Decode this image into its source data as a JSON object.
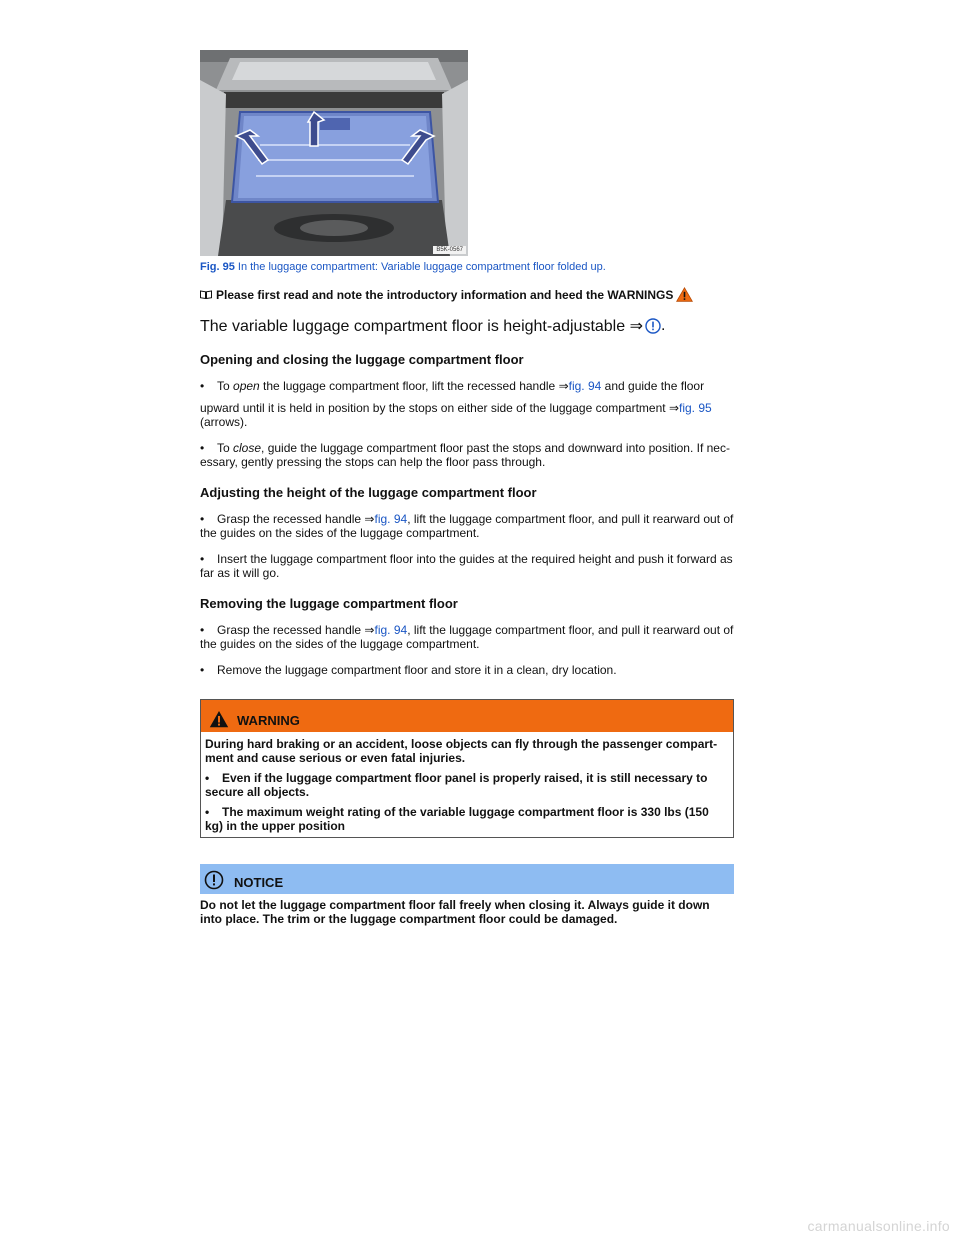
{
  "figure": {
    "image_id": "B5K-0567",
    "caption_label": "Fig. 95",
    "caption_text": " In the luggage compartment: Variable luggage compartment floor folded up."
  },
  "intro": {
    "text": "Please first read and note the introductory information and heed the WARNINGS"
  },
  "lead": {
    "text": "The variable luggage compartment floor is height-adjustable ⇒",
    "suffix": "."
  },
  "sections": [
    {
      "heading": "Opening and closing the luggage compartment floor"
    },
    {
      "heading": "Adjusting the height of the luggage compartment floor"
    },
    {
      "heading": "Removing the luggage compartment floor"
    }
  ],
  "open_item": {
    "pre": "To ",
    "em": "open",
    "mid": " the luggage compartment floor, lift the recessed handle ⇒",
    "link1": "fig. 94",
    "mid2": " and guide the floor",
    "line2": "upward until it is held in position by the stops on either side of the luggage compartment ⇒",
    "link2": "fig. 95",
    "end": "(arrows)."
  },
  "close_item": {
    "pre": "To ",
    "em": "close",
    "text": ", guide the luggage compartment floor past the stops and downward into position. If nec-essary, gently pressing the stops can help the floor pass through."
  },
  "adjust_items": [
    {
      "pre": "Grasp the recessed handle ⇒",
      "link": "fig. 94",
      "post": ", lift the luggage compartment floor, and pull it rearward out of the guides on the sides of the luggage compartment."
    },
    {
      "text": "Insert the luggage compartment floor into the guides at the required height and push it forward as far as it will go."
    }
  ],
  "remove_items": [
    {
      "pre": "Grasp the recessed handle ⇒",
      "link": "fig. 94",
      "post": ", lift the luggage compartment floor, and pull it rearward out of the guides on the sides of the luggage compartment."
    },
    {
      "text": "Remove the luggage compartment floor and store it in a clean, dry location."
    }
  ],
  "warning": {
    "title": "WARNING",
    "intro": "During hard braking or an accident, loose objects can fly through the passenger compart-ment and cause serious or even fatal injuries.",
    "items": [
      "Even if the luggage compartment floor panel is properly raised, it is still necessary to secure all objects.",
      "The maximum weight rating of the variable luggage compartment floor is 330 lbs (150 kg) in the upper position"
    ]
  },
  "notice": {
    "title": "NOTICE",
    "text": "Do not let the luggage compartment floor fall freely when closing it. Always guide it down into place. The trim or the luggage compartment floor could be damaged."
  },
  "watermark": "carmanualsonline.info",
  "colors": {
    "link": "#1a56c4",
    "warning": "#ef6a11",
    "notice": "#8ebcf2"
  }
}
